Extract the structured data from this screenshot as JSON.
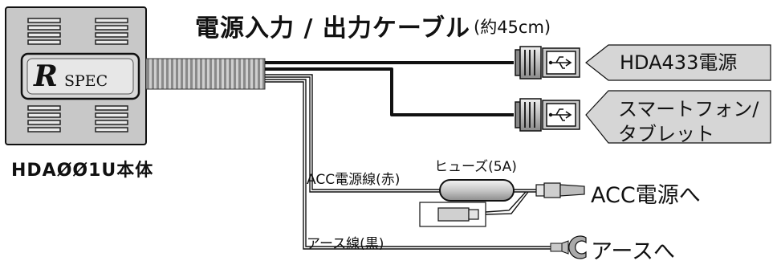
{
  "title": {
    "main": "電源入力 / 出力ケーブル",
    "sub": "(約45cm)"
  },
  "unit": {
    "caption": "HDAØØ1U本体",
    "logo_letter": "R",
    "logo_text": "SPEC"
  },
  "usb_outputs": [
    {
      "label": "HDA433電源",
      "icon": "usb-icon"
    },
    {
      "label_lines": [
        "スマートフォン/",
        "タブレット"
      ],
      "icon": "usb-icon"
    }
  ],
  "acc_line": {
    "wire_label": "ACC電源線(赤)",
    "fuse_label": "ヒューズ(5A)",
    "destination": "ACC電源へ"
  },
  "ground_line": {
    "wire_label": "アース線(黒)",
    "destination": "アースへ",
    "icon": "ground-lug-icon"
  },
  "colors": {
    "line": "#111111",
    "tag_fill": "#d6d6d6",
    "unit_fill": "#c8c8c8",
    "fuse_fill": "#c4c4c4"
  }
}
